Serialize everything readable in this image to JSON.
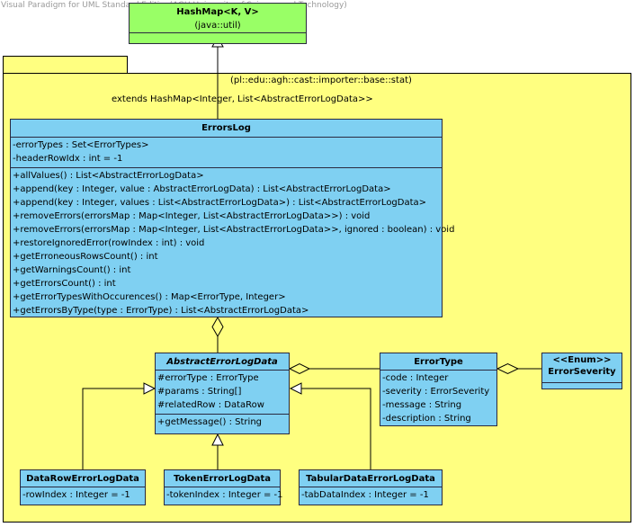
{
  "watermark": "Visual Paradigm for UML Standard Edition(AGH University of Science and Technology)",
  "package": {
    "name": "(pl::edu::agh::cast::importer::base::stat)",
    "extends_label": "extends HashMap<Integer, List<AbstractErrorLogData>>"
  },
  "hashmap": {
    "name": "HashMap<K, V>",
    "subtitle": "(java::util)"
  },
  "errorslog": {
    "name": "ErrorsLog",
    "attributes": [
      "-errorTypes : Set<ErrorTypes>",
      "-headerRowIdx : int = -1"
    ],
    "operations": [
      "+allValues() : List<AbstractErrorLogData>",
      "+append(key : Integer, value : AbstractErrorLogData) : List<AbstractErrorLogData>",
      "+append(key : Integer, values : List<AbstractErrorLogData>) : List<AbstractErrorLogData>",
      "+removeErrors(errorsMap : Map<Integer, List<AbstractErrorLogData>>) : void",
      "+removeErrors(errorsMap : Map<Integer, List<AbstractErrorLogData>>, ignored : boolean) : void",
      "+restoreIgnoredError(rowIndex : int) : void",
      "+getErroneousRowsCount() : int",
      "+getWarningsCount() : int",
      "+getErrorsCount() : int",
      "+getErrorTypesWithOccurences() : Map<ErrorType, Integer>",
      "+getErrorsByType(type : ErrorType) : List<AbstractErrorLogData>"
    ]
  },
  "abstract_error": {
    "name": "AbstractErrorLogData",
    "attributes": [
      "#errorType : ErrorType",
      "#params : String[]",
      "#relatedRow : DataRow"
    ],
    "operations": [
      "+getMessage() : String"
    ]
  },
  "error_type": {
    "name": "ErrorType",
    "attributes": [
      "-code : Integer",
      "-severity : ErrorSeverity",
      "-message : String",
      "-description : String"
    ]
  },
  "error_severity": {
    "stereotype": "<<Enum>>",
    "name": "ErrorSeverity"
  },
  "datarow_error": {
    "name": "DataRowErrorLogData",
    "attributes": [
      "-rowIndex : Integer = -1"
    ]
  },
  "token_error": {
    "name": "TokenErrorLogData",
    "attributes": [
      "-tokenIndex : Integer = -1"
    ]
  },
  "tabular_error": {
    "name": "TabularDataErrorLogData",
    "attributes": [
      "-tabDataIndex : Integer = -1"
    ]
  }
}
